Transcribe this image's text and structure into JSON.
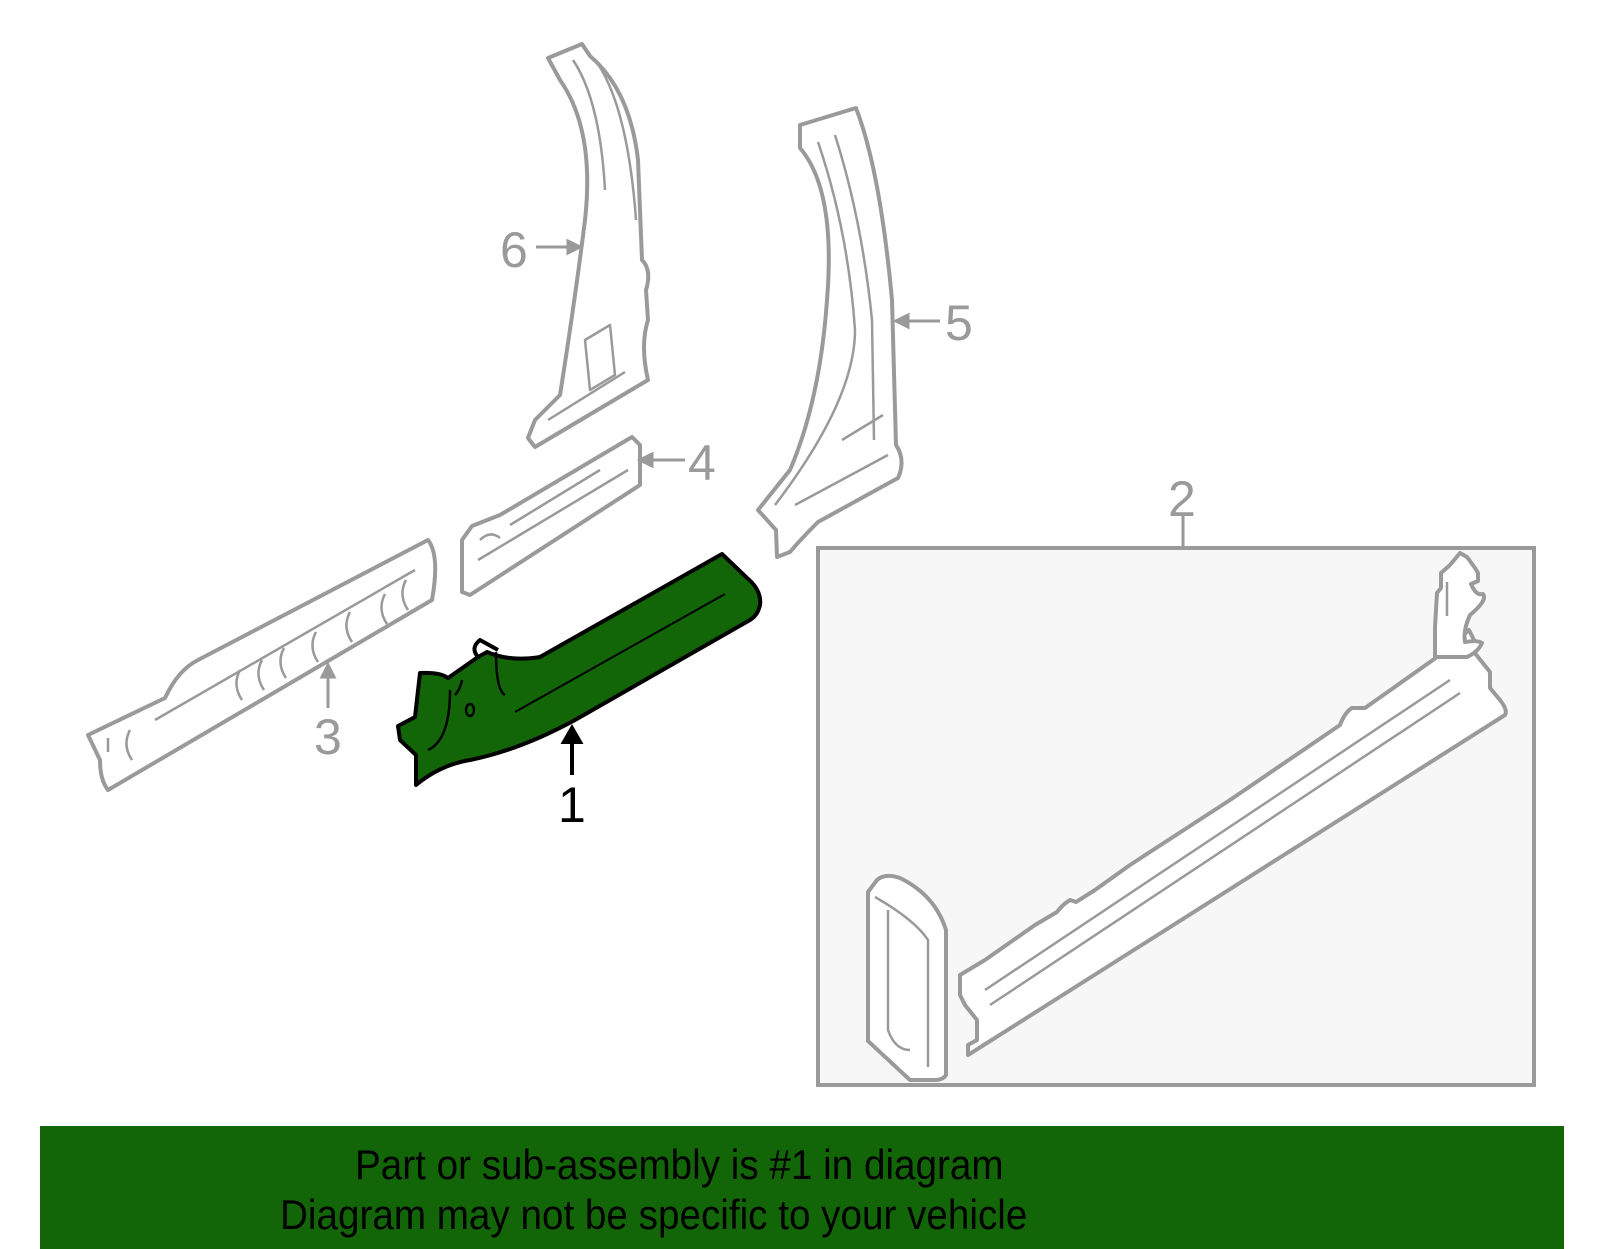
{
  "diagram": {
    "callouts": [
      {
        "id": "1",
        "label": "1",
        "highlighted": true
      },
      {
        "id": "2",
        "label": "2",
        "highlighted": false
      },
      {
        "id": "3",
        "label": "3",
        "highlighted": false
      },
      {
        "id": "4",
        "label": "4",
        "highlighted": false
      },
      {
        "id": "5",
        "label": "5",
        "highlighted": false
      },
      {
        "id": "6",
        "label": "6",
        "highlighted": false
      }
    ],
    "colors": {
      "highlight_fill": "#136607",
      "outline_gray": "#9a9a9a",
      "subassembly_box_fill": "#f7f7f7",
      "banner_bg": "#136607"
    }
  },
  "banner": {
    "line1": "Part or sub-assembly is #1 in diagram",
    "line2": "Diagram may not be specific to your vehicle"
  }
}
